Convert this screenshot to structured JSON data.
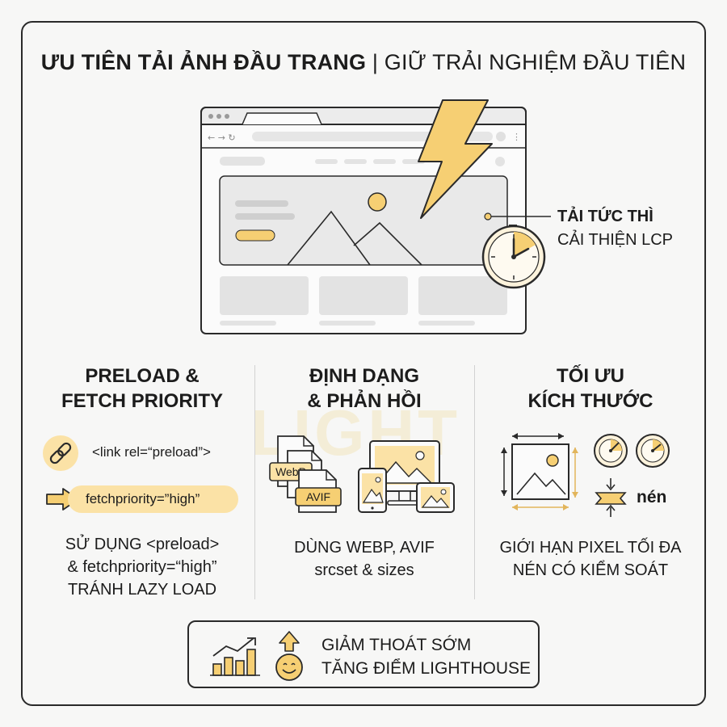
{
  "title": {
    "bold": "ƯU TIÊN TẢI ẢNH ĐẦU TRANG",
    "separator": "|",
    "subtitle": "GIỮ TRẢI NGHIỆM ĐẦU TIÊN"
  },
  "hero": {
    "callout_line1": "TẢI TỨC THÌ",
    "callout_line2": "CẢI THIỆN LCP",
    "icons": [
      "browser-window-icon",
      "lightning-bolt-icon",
      "clock-icon"
    ]
  },
  "columns": [
    {
      "title_line1": "PRELOAD &",
      "title_line2": "FETCH PRIORITY",
      "code_preload": "<link rel=“preload”>",
      "code_fetch": "fetchpriority=”high”",
      "desc_line1": "SỬ DỤNG <preload>",
      "desc_line2": "& fetchpriority=“high”",
      "desc_line3": "TRÁNH LAZY LOAD"
    },
    {
      "title_line1": "ĐỊNH DẠNG",
      "title_line2": "& PHẢN HỒI",
      "format_webp": "WebP",
      "format_avif": "AVIF",
      "desc_line1": "DÙNG WEBP, AVIF",
      "desc_line2": "srcset & sizes"
    },
    {
      "title_line1": "TỐI ƯU",
      "title_line2": "KÍCH THƯỚC",
      "compress_label": "nén",
      "desc_line1": "GIỚI HẠN PIXEL TỐI ĐA",
      "desc_line2": "NÉN CÓ KIỂM SOÁT"
    }
  ],
  "summary": {
    "line1": "GIẢM THOÁT SỚM",
    "line2": "TĂNG ĐIỂM LIGHTHOUSE"
  },
  "watermark": "LIGHT",
  "colors": {
    "accent": "#f6cf73",
    "accent_light": "#fbe2a6",
    "ink": "#2a2a2a",
    "placeholder": "#e3e3e3"
  }
}
